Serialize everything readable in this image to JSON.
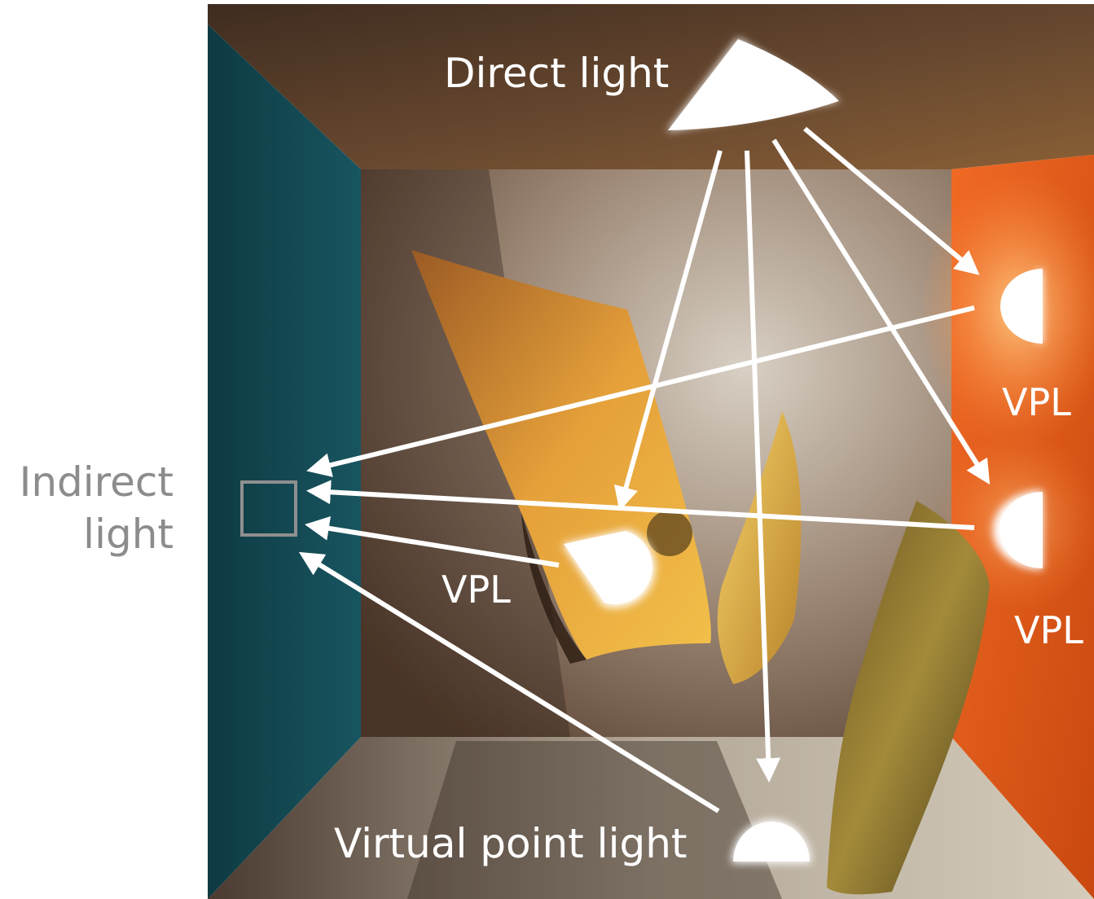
{
  "labels": {
    "indirect_line1": "Indirect",
    "indirect_line2": "light",
    "direct_light": "Direct light",
    "vpl_right_top": "VPL",
    "vpl_right_bottom": "VPL",
    "vpl_center": "VPL",
    "virtual_point_light": "Virtual point light"
  },
  "colors": {
    "left_wall": "#13474f",
    "right_wall": "#e85a1e",
    "ceiling": "#6a4a30",
    "back_wall": "#a9988a",
    "floor": "#c9bfae",
    "paper": "#e7a233",
    "label_gray": "#8c8c8c",
    "light_white": "#ffffff"
  },
  "icons": {
    "direct_light": "spotlight-cone-icon",
    "vpl": "half-disc-light-icon",
    "receiver": "square-receiver-icon"
  }
}
